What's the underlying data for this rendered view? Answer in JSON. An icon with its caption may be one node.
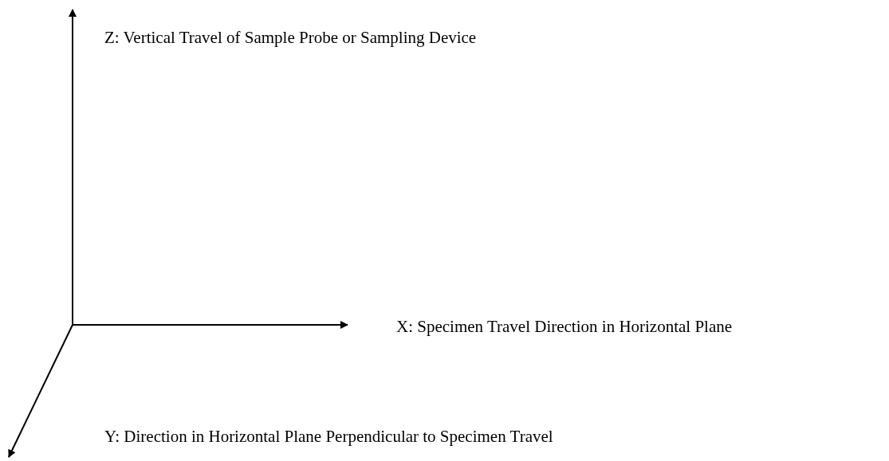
{
  "diagram": {
    "labels": [
      "Z: Vertical Travel of Sample Probe or Sampling Device",
      "X: Specimen Travel Direction in Horizontal Plane",
      "Y: Direction in Horizontal Plane Perpendicular to Specimen Travel"
    ]
  }
}
